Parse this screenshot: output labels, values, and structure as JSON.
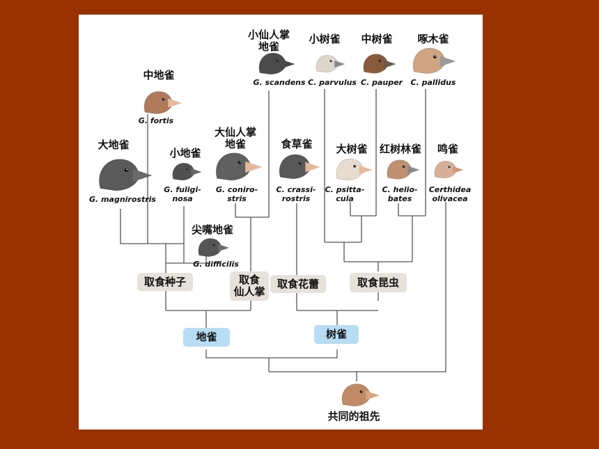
{
  "species": [
    {
      "id": "g-scandens",
      "cn_lines": [
        "小仙人掌",
        "地雀"
      ],
      "sci_lines": [
        "G. scandens"
      ],
      "color": "#4b4b4b",
      "beak": "#4a4a4a"
    },
    {
      "id": "c-parvulus",
      "cn_lines": [
        "小树雀"
      ],
      "sci_lines": [
        "C. parvulus"
      ],
      "color": "#dcd6cc",
      "beak": "#8a8a8a"
    },
    {
      "id": "c-pauper",
      "cn_lines": [
        "中树雀"
      ],
      "sci_lines": [
        "C. pauper"
      ],
      "color": "#8a5a3c",
      "beak": "#6a5a4a"
    },
    {
      "id": "c-pallidus",
      "cn_lines": [
        "啄木雀"
      ],
      "sci_lines": [
        "C. pallidus"
      ],
      "color": "#cfa480",
      "beak": "#9a9a9a"
    },
    {
      "id": "g-fortis",
      "cn_lines": [
        "中地雀"
      ],
      "sci_lines": [
        "G. fortis"
      ],
      "color": "#b07a5a",
      "beak": "#e6b89a"
    },
    {
      "id": "g-magnirostris",
      "cn_lines": [
        "大地雀"
      ],
      "sci_lines": [
        "G. magnirostris"
      ],
      "color": "#5a5a5a",
      "beak": "#6a6a6a"
    },
    {
      "id": "g-fuliginosa",
      "cn_lines": [
        "小地雀"
      ],
      "sci_lines": [
        "G. fuligi-",
        "nosa"
      ],
      "color": "#505050",
      "beak": "#666666"
    },
    {
      "id": "g-conirostris",
      "cn_lines": [
        "大仙人掌",
        "地雀"
      ],
      "sci_lines": [
        "G. coniro-",
        "stris"
      ],
      "color": "#606060",
      "beak": "#e6b89a"
    },
    {
      "id": "c-crassirostris",
      "cn_lines": [
        "食草雀"
      ],
      "sci_lines": [
        "C. crassi-",
        "rostris"
      ],
      "color": "#585858",
      "beak": "#e6b89a"
    },
    {
      "id": "c-psittacula",
      "cn_lines": [
        "大树雀"
      ],
      "sci_lines": [
        "C. psitta-",
        "cula"
      ],
      "color": "#e8dcd0",
      "beak": "#e6b89a"
    },
    {
      "id": "c-heliobates",
      "cn_lines": [
        "红树林雀"
      ],
      "sci_lines": [
        "C. helio-",
        "bates"
      ],
      "color": "#c09070",
      "beak": "#8a8a8a"
    },
    {
      "id": "certhidea-olivacea",
      "cn_lines": [
        "鸣雀"
      ],
      "sci_lines": [
        "Certhidea",
        "olivacea"
      ],
      "color": "#d8b098",
      "beak": "#d09878"
    },
    {
      "id": "g-difficilis",
      "cn_lines": [
        "尖嘴地雀"
      ],
      "sci_lines": [
        "G. difficilis"
      ],
      "color": "#555555",
      "beak": "#6a6a6a"
    }
  ],
  "diet_labels": {
    "seeds": "取食种子",
    "cactus_lines": [
      "取食",
      "仙人掌"
    ],
    "flower_buds": "取食花蕾",
    "insects": "取食昆虫"
  },
  "group_labels": {
    "ground": "地雀",
    "tree": "树雀"
  },
  "ancestor": {
    "label": "共同的祖先",
    "color": "#c08a66",
    "beak": "#d9a47e"
  },
  "colors": {
    "background": "#983300",
    "panel": "#ffffff",
    "diet_tag": "#e6e1da",
    "group_tag": "#b7ddf4",
    "lines": "#555555"
  }
}
